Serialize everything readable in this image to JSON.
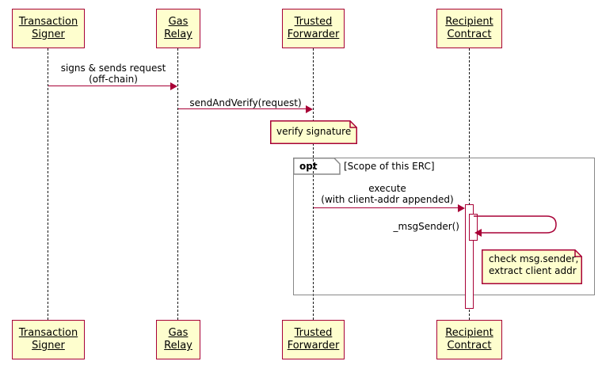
{
  "diagram": {
    "type": "sequence-diagram",
    "title": "",
    "colors": {
      "participant_fill": "#FEFECE",
      "participant_border": "#A80036",
      "arrow": "#A80036",
      "note_fill": "#FEFECE",
      "note_border": "#A80036",
      "frame_border": "#888888",
      "lifeline": "#181818",
      "background": "#FFFFFF"
    }
  },
  "participants": [
    {
      "id": "signer",
      "line1": "Transaction",
      "line2": "Signer"
    },
    {
      "id": "relay",
      "line1": "Gas",
      "line2": "Relay"
    },
    {
      "id": "forwarder",
      "line1": "Trusted",
      "line2": "Forwarder"
    },
    {
      "id": "recipient",
      "line1": "Recipient",
      "line2": "Contract"
    }
  ],
  "messages": [
    {
      "id": "m1",
      "from": "signer",
      "to": "relay",
      "line1": "signs & sends request",
      "line2": "(off-chain)"
    },
    {
      "id": "m2",
      "from": "relay",
      "to": "forwarder",
      "line1": "sendAndVerify(request)",
      "line2": ""
    },
    {
      "id": "m3",
      "from": "forwarder",
      "to": "recipient",
      "line1": "execute",
      "line2": "(with client-addr appended)"
    },
    {
      "id": "m4",
      "from": "recipient",
      "to": "recipient",
      "line1": "_msgSender()",
      "line2": ""
    }
  ],
  "notes": [
    {
      "id": "n1",
      "line1": "verify signature",
      "line2": ""
    },
    {
      "id": "n2",
      "line1": "check msg.sender,",
      "line2": "extract client addr"
    }
  ],
  "fragments": [
    {
      "id": "opt1",
      "operator": "opt",
      "condition": "[Scope of this ERC]"
    }
  ]
}
